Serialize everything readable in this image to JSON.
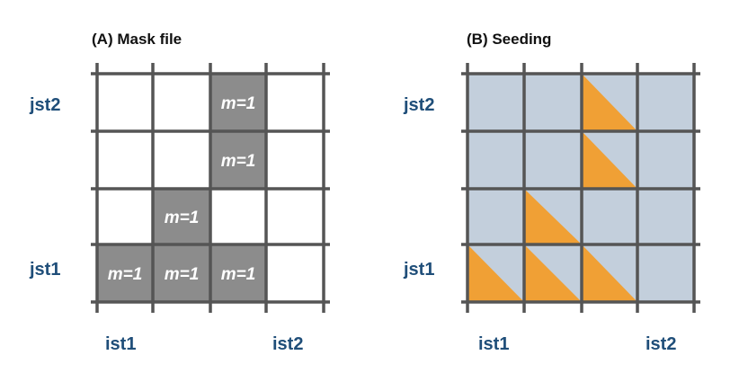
{
  "colors": {
    "grid": "#555555",
    "axis_label": "#1f4e79",
    "mask_cell": "#8c8c8c",
    "mask_text": "#ffffff",
    "seed_fill": "#c3cfdc",
    "seed_triangle": "#f0a035"
  },
  "panel_a": {
    "title": "(A) Mask file",
    "cell_label": "m=1",
    "masked_cells": [
      {
        "col": 2,
        "row": 0
      },
      {
        "col": 2,
        "row": 1
      },
      {
        "col": 1,
        "row": 2
      },
      {
        "col": 0,
        "row": 3
      },
      {
        "col": 1,
        "row": 3
      },
      {
        "col": 2,
        "row": 3
      }
    ]
  },
  "panel_b": {
    "title": "(B) Seeding",
    "seeded_cells": [
      {
        "col": 2,
        "row": 0
      },
      {
        "col": 2,
        "row": 1
      },
      {
        "col": 1,
        "row": 2
      },
      {
        "col": 0,
        "row": 3
      },
      {
        "col": 1,
        "row": 3
      },
      {
        "col": 2,
        "row": 3
      }
    ]
  },
  "labels": {
    "jst2": "jst2",
    "jst1": "jst1",
    "ist1": "ist1",
    "ist2": "ist2"
  }
}
